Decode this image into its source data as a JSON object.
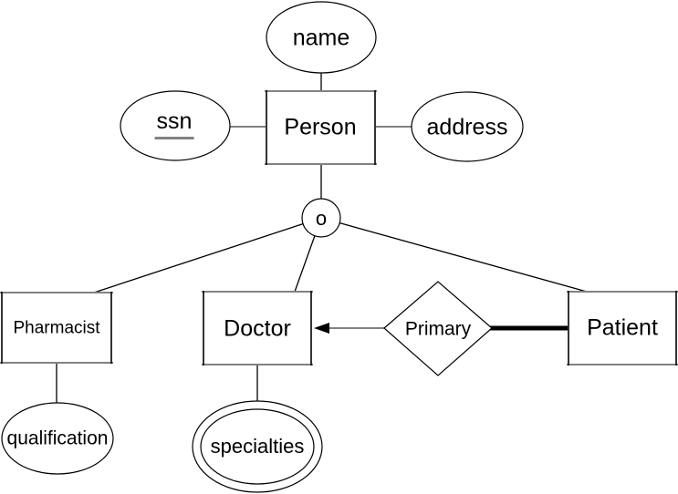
{
  "colors": {
    "gray": "#828282",
    "black": "#000000",
    "bg": "#ffffff",
    "text": "#000000"
  },
  "diagram": {
    "entities": [
      {
        "id": "person",
        "label": "Person"
      },
      {
        "id": "pharmacist",
        "label": "Pharmacist"
      },
      {
        "id": "doctor",
        "label": "Doctor"
      },
      {
        "id": "patient",
        "label": "Patient"
      }
    ],
    "attributes": [
      {
        "id": "name",
        "label": "name",
        "owner": "Person",
        "key": false,
        "multivalued": false
      },
      {
        "id": "ssn",
        "label": "ssn",
        "owner": "Person",
        "key": true,
        "multivalued": false
      },
      {
        "id": "address",
        "label": "address",
        "owner": "Person",
        "key": false,
        "multivalued": false
      },
      {
        "id": "qualification",
        "label": "qualification",
        "owner": "Pharmacist",
        "key": false,
        "multivalued": false
      },
      {
        "id": "specialties",
        "label": "specialties",
        "owner": "Doctor",
        "key": false,
        "multivalued": true
      }
    ],
    "relationships": [
      {
        "id": "primary",
        "label": "Primary",
        "arrow_to": "Doctor",
        "thick_line_to": "Patient"
      }
    ],
    "specialization": {
      "label": "o",
      "superclass": "Person",
      "subclasses": [
        "Pharmacist",
        "Doctor",
        "Patient"
      ]
    }
  }
}
